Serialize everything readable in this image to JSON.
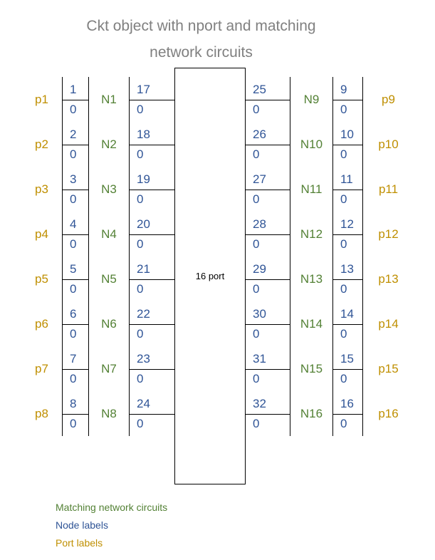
{
  "title": {
    "line1": "Ckt object with nport and matching",
    "line2": "network circuits"
  },
  "nport": {
    "label": "16 port"
  },
  "diagram": {
    "left_rows": [
      {
        "port": "p1",
        "outer_top": "1",
        "outer_bottom": "0",
        "network": "N1",
        "inner_top": "17",
        "inner_bottom": "0"
      },
      {
        "port": "p2",
        "outer_top": "2",
        "outer_bottom": "0",
        "network": "N2",
        "inner_top": "18",
        "inner_bottom": "0"
      },
      {
        "port": "p3",
        "outer_top": "3",
        "outer_bottom": "0",
        "network": "N3",
        "inner_top": "19",
        "inner_bottom": "0"
      },
      {
        "port": "p4",
        "outer_top": "4",
        "outer_bottom": "0",
        "network": "N4",
        "inner_top": "20",
        "inner_bottom": "0"
      },
      {
        "port": "p5",
        "outer_top": "5",
        "outer_bottom": "0",
        "network": "N5",
        "inner_top": "21",
        "inner_bottom": "0"
      },
      {
        "port": "p6",
        "outer_top": "6",
        "outer_bottom": "0",
        "network": "N6",
        "inner_top": "22",
        "inner_bottom": "0"
      },
      {
        "port": "p7",
        "outer_top": "7",
        "outer_bottom": "0",
        "network": "N7",
        "inner_top": "23",
        "inner_bottom": "0"
      },
      {
        "port": "p8",
        "outer_top": "8",
        "outer_bottom": "0",
        "network": "N8",
        "inner_top": "24",
        "inner_bottom": "0"
      }
    ],
    "right_rows": [
      {
        "inner_top": "25",
        "inner_bottom": "0",
        "network": "N9",
        "outer_top": "9",
        "outer_bottom": "0",
        "port": "p9"
      },
      {
        "inner_top": "26",
        "inner_bottom": "0",
        "network": "N10",
        "outer_top": "10",
        "outer_bottom": "0",
        "port": "p10"
      },
      {
        "inner_top": "27",
        "inner_bottom": "0",
        "network": "N11",
        "outer_top": "11",
        "outer_bottom": "0",
        "port": "p11"
      },
      {
        "inner_top": "28",
        "inner_bottom": "0",
        "network": "N12",
        "outer_top": "12",
        "outer_bottom": "0",
        "port": "p12"
      },
      {
        "inner_top": "29",
        "inner_bottom": "0",
        "network": "N13",
        "outer_top": "13",
        "outer_bottom": "0",
        "port": "p13"
      },
      {
        "inner_top": "30",
        "inner_bottom": "0",
        "network": "N14",
        "outer_top": "14",
        "outer_bottom": "0",
        "port": "p14"
      },
      {
        "inner_top": "31",
        "inner_bottom": "0",
        "network": "N15",
        "outer_top": "15",
        "outer_bottom": "0",
        "port": "p15"
      },
      {
        "inner_top": "32",
        "inner_bottom": "0",
        "network": "N16",
        "outer_top": "16",
        "outer_bottom": "0",
        "port": "p16"
      }
    ]
  },
  "legend": {
    "items": [
      {
        "label": "Matching network circuits",
        "color_key": "green"
      },
      {
        "label": "Node labels",
        "color_key": "blue"
      },
      {
        "label": "Port labels",
        "color_key": "gold"
      }
    ]
  },
  "colors": {
    "gray": "#808080",
    "blue": "#2F5496",
    "green": "#538135",
    "gold": "#BF8F00",
    "line": "#000000"
  }
}
